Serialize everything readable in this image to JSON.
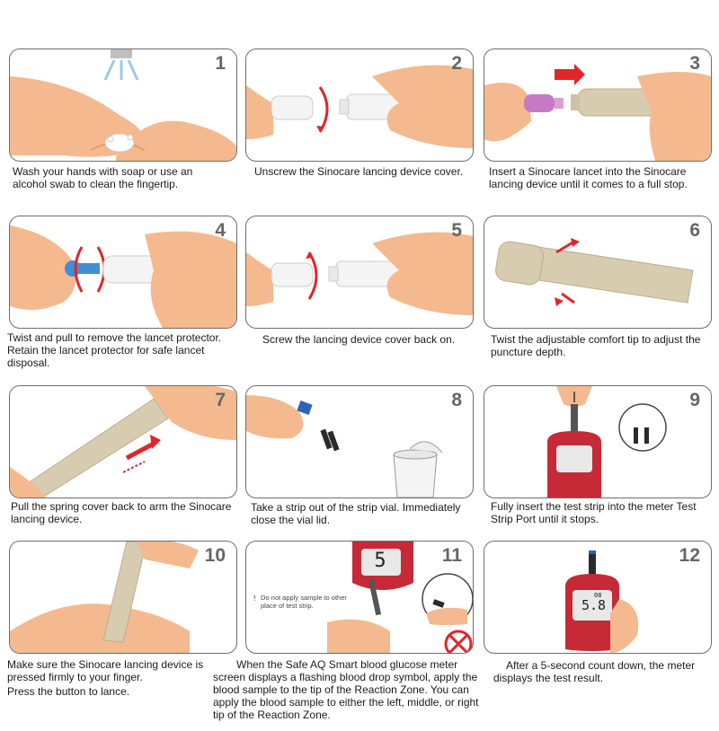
{
  "steps": [
    {
      "number": "1",
      "caption": "Wash your hands with soap or use an alcohol swab to clean the fingertip."
    },
    {
      "number": "2",
      "caption": "Unscrew the Sinocare lancing device cover."
    },
    {
      "number": "3",
      "caption": "Insert a Sinocare lancet into the Sinocare lancing device until it comes to a full stop."
    },
    {
      "number": "4",
      "caption": "Twist and pull to remove the lancet protector. Retain the lancet protector for safe lancet disposal."
    },
    {
      "number": "5",
      "caption": "Screw the lancing device cover back on."
    },
    {
      "number": "6",
      "caption": "Twist the adjustable comfort tip to adjust the puncture depth."
    },
    {
      "number": "7",
      "caption": "Pull the spring cover back to arm the Sinocare lancing device."
    },
    {
      "number": "8",
      "caption": "Take a strip out of the strip vial. Immediately close the vial lid."
    },
    {
      "number": "9",
      "caption": "Fully insert the test strip into the meter Test Strip Port until it stops."
    },
    {
      "number": "10",
      "caption_lines": [
        "Make sure the Sinocare lancing device is pressed firmly to your finger.",
        "Press the button to lance."
      ]
    },
    {
      "number": "11",
      "caption": "When the Safe AQ Smart blood glucose meter screen displays a flashing blood drop symbol, apply the blood sample to the tip of the Reaction Zone. You can apply the blood sample to either the left, middle, or right tip of the Reaction Zone.",
      "warning": "Do not apply sample to other place of test strip.",
      "meter_display": "5"
    },
    {
      "number": "12",
      "caption": "After a 5-second count down, the meter displays the test result.",
      "meter_display": "5.8",
      "meter_small": "08"
    }
  ],
  "colors": {
    "skin": "#f4b98e",
    "skin_shade": "#e39c6c",
    "device": "#d8ccb0",
    "meter": "#c52a36",
    "arrow": "#e0262a"
  }
}
